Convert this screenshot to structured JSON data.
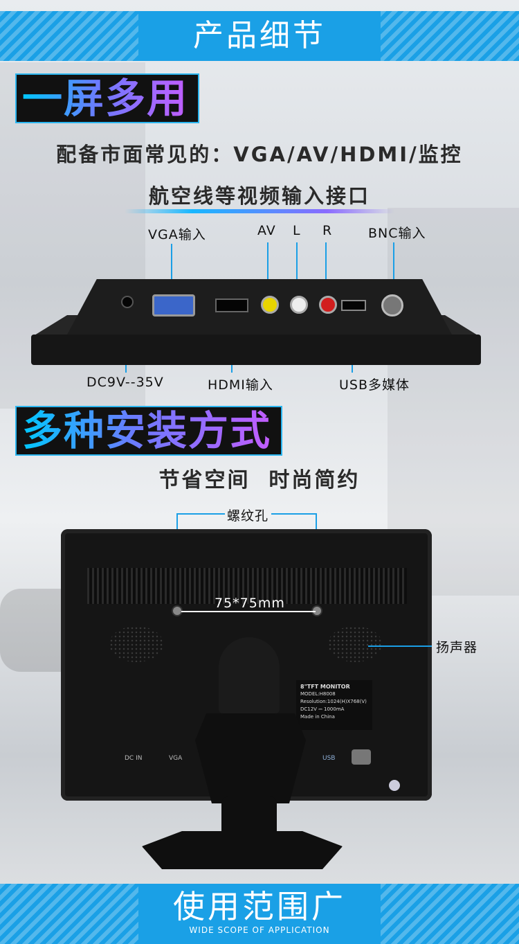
{
  "header": {
    "title": "产品细节"
  },
  "section1": {
    "tag": "一屏多用",
    "caption_line1": "配备市面常见的：VGA/AV/HDMI/监控",
    "caption_line2": "航空线等视频输入接口",
    "labels": {
      "vga": "VGA输入",
      "av": "AV",
      "l": "L",
      "r": "R",
      "bnc": "BNC输入",
      "dc": "DC9V--35V",
      "hdmi": "HDMI输入",
      "usb": "USB多媒体"
    }
  },
  "section2": {
    "tag": "多种安装方式",
    "caption": "节省空间  时尚简约",
    "labels": {
      "screw": "螺纹孔",
      "distance": "75*75mm",
      "speaker": "扬声器"
    },
    "sticker": {
      "line1": "8\"TFT MONITOR",
      "line2": "MODEL:H8008",
      "line3": "Resolution:1024(H)X768(V)",
      "line4": "DC12V ⎓ 1000mA",
      "line5": "Made in China"
    },
    "ports_text": {
      "dc": "DC  IN",
      "vga": "VGA",
      "usb": "USB"
    }
  },
  "footer": {
    "title": "使用范围广",
    "subtitle": "WIDE SCOPE OF APPLICATION"
  },
  "colors": {
    "accent": "#1aa0e6",
    "banner": "#1aa0e6",
    "tag_border": "#2bb6f0"
  }
}
